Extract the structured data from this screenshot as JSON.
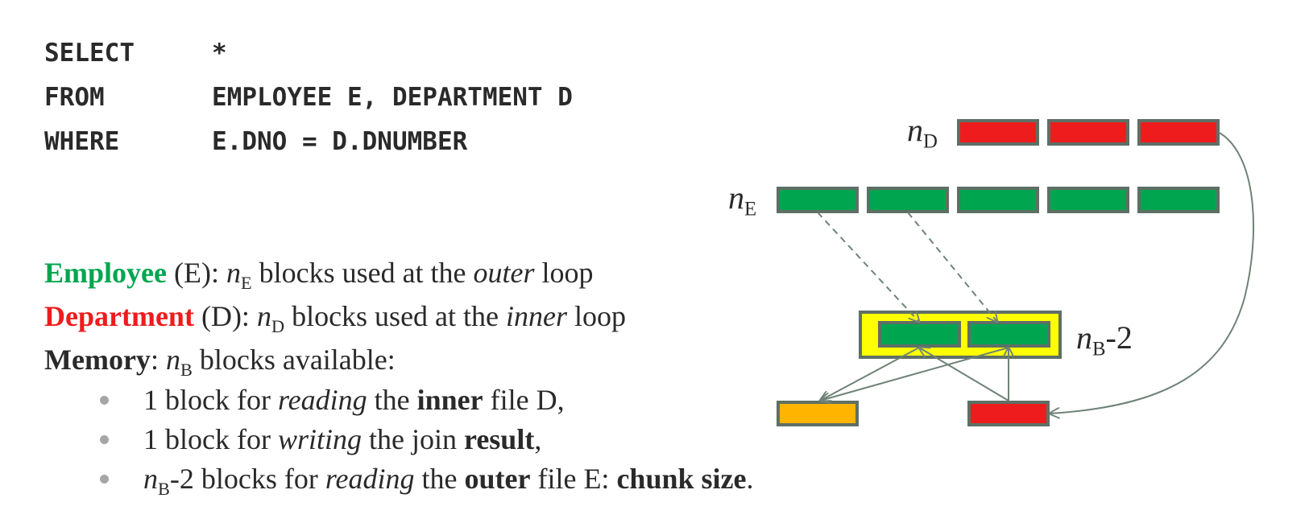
{
  "sql": {
    "select_kw": "SELECT",
    "select_val": "*",
    "from_kw": "FROM",
    "from_val": "EMPLOYEE E, DEPARTMENT D",
    "where_kw": "WHERE",
    "where_val": "E.DNO = D.DNUMBER"
  },
  "desc": {
    "emp_name": "Employee",
    "emp_paren": " (E): ",
    "emp_var": "n",
    "emp_sub": "E",
    "emp_mid": " blocks used at the ",
    "emp_em": "outer",
    "emp_end": " loop",
    "dept_name": "Department",
    "dept_paren": " (D): ",
    "dept_var": "n",
    "dept_sub": "D",
    "dept_mid": " blocks used at the ",
    "dept_em": "inner",
    "dept_end": " loop",
    "mem_name": "Memory",
    "mem_colon": ": ",
    "mem_var": "n",
    "mem_sub": "B",
    "mem_end": " blocks available:"
  },
  "bullets": [
    {
      "a": "1 block for ",
      "em": "reading",
      "b": " the ",
      "strong": "inner",
      "c": " file D,"
    },
    {
      "a": "1 block for ",
      "em": "writing",
      "b": " the join ",
      "strong": "result",
      "c": ","
    },
    {
      "var": "n",
      "sub": "B",
      "a": "-2 blocks for ",
      "em": "reading",
      "b": " the ",
      "strong": "outer",
      "c": " file E: ",
      "strong2": "chunk size",
      "d": "."
    }
  ],
  "diagram": {
    "label_nd_var": "n",
    "label_nd_sub": "D",
    "label_ne_var": "n",
    "label_ne_sub": "E",
    "label_nb_var": "n",
    "label_nb_sub": "B",
    "label_nb_rest": "-2",
    "d_blocks": 3,
    "e_blocks": 5,
    "buffer_blocks": 2
  },
  "colors": {
    "employee": "#00a64f",
    "department": "#ee1c1c",
    "result": "#ffb400",
    "buffer": "#ffff00",
    "block_border": "#5f6f66",
    "arrow": "#6f8377"
  }
}
